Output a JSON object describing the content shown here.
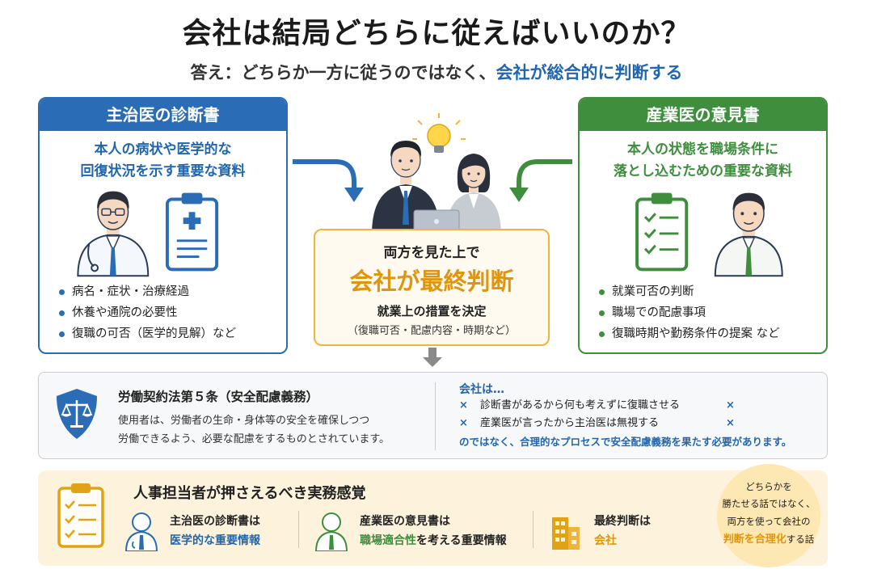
{
  "title": "会社は結局どちらに従えばいいのか？",
  "subtitle": {
    "prefix": "答え：どちらか一方に従うのではなく、",
    "highlight": "会社が総合的に判断する"
  },
  "left_panel": {
    "header": "主治医の診断書",
    "desc_line1": "本人の病状や医学的な",
    "desc_line2": "回復状況を示す重要な資料",
    "bullets": [
      "病名・症状・治療経過",
      "休養や通院の必要性",
      "復職の可否（医学的見解）など"
    ],
    "illustration": [
      "doctor-icon",
      "medical-clipboard-icon"
    ]
  },
  "right_panel": {
    "header": "産業医の意見書",
    "desc_line1": "本人の状態を職場条件に",
    "desc_line2": "落とし込むための重要な資料",
    "bullets": [
      "就業可否の判断",
      "職場での配慮事項",
      "復職時期や勤務条件の提案 など"
    ],
    "illustration": [
      "checklist-clipboard-icon",
      "occupational-doctor-icon"
    ]
  },
  "center": {
    "line1": "両方を見た上で",
    "main": "会社が最終判断",
    "line3": "就業上の措置を決定",
    "line4": "（復職可否・配慮内容・時期など）",
    "illustration": [
      "lightbulb-icon",
      "businessman-icon",
      "businesswoman-icon",
      "laptop-icon"
    ]
  },
  "law": {
    "title": "労働契約法第５条（安全配慮義務）",
    "body_line1": "使用者は、労働者の生命・身体等の安全を確保しつつ",
    "body_line2": "労働できるよう、必要な配慮をするものとされています。",
    "icon": "shield-scales-icon"
  },
  "company": {
    "title": "会社は…",
    "x_mark": "×",
    "rows": [
      "診断書があるから何も考えずに復職させる",
      "産業医が言ったから主治医は無視する"
    ],
    "conclusion": "のではなく、合理的なプロセスで安全配慮義務を果たす必要があります。"
  },
  "hr": {
    "title": "人事担当者が押さえるべき実務感覚",
    "items": [
      {
        "line1": "主治医の診断書は",
        "line2": "医学的な重要情報",
        "icon": "doctor-icon"
      },
      {
        "line1": "産業医の意見書は",
        "line2_em": "職場適合性",
        "line2_rest": "を考える重要情報",
        "icon": "occupational-doctor-icon"
      },
      {
        "line1": "最終判断は",
        "line2": "会社",
        "icon": "company-building-icon"
      }
    ],
    "circle": {
      "line1": "どちらかを",
      "line2": "勝たせる話ではなく、",
      "line3": "両方を使って会社の",
      "em": "判断を合理化",
      "tail": "する話"
    }
  },
  "colors": {
    "blue": "#2a6cb5",
    "green": "#3e8e3e",
    "orange": "#e0950e",
    "cream": "#fdf3dd"
  }
}
